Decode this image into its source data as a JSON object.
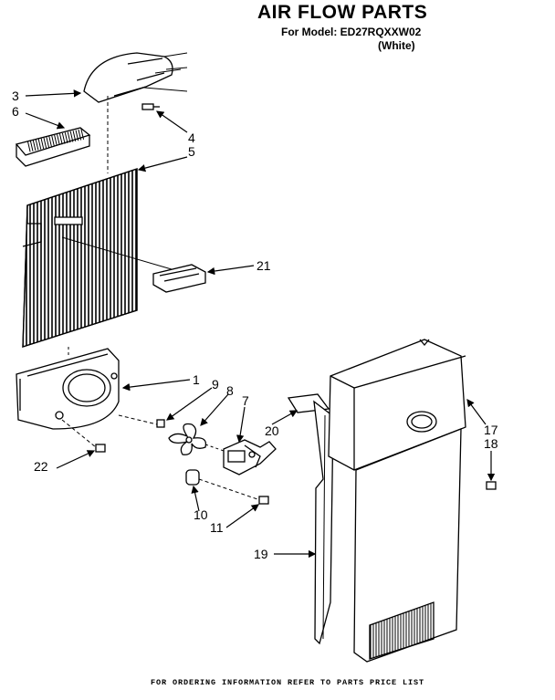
{
  "header": {
    "title": "AIR FLOW PARTS",
    "model_line": "For Model: ED27RQXXW02",
    "color_line": "(White)"
  },
  "callouts": [
    "3",
    "6",
    "4",
    "5",
    "21",
    "1",
    "9",
    "8",
    "7",
    "20",
    "22",
    "10",
    "11",
    "19",
    "17",
    "18"
  ],
  "footer": "FOR ORDERING INFORMATION REFER TO PARTS PRICE LIST",
  "colors": {
    "ink": "#000000",
    "paper": "#ffffff"
  }
}
